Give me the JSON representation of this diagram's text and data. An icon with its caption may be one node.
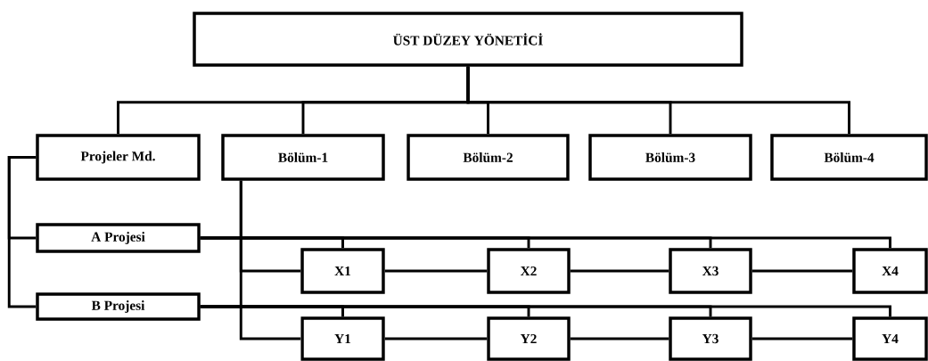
{
  "diagram": {
    "nodes": [
      {
        "text": [
          "ÜST DÜZEY YÖNETİCİ"
        ]
      },
      {
        "text": [
          "Projeler Md."
        ]
      },
      {
        "text": [
          "Bölüm-1"
        ]
      },
      {
        "text": [
          "Bölüm-2"
        ]
      },
      {
        "text": [
          "Bölüm-3"
        ]
      },
      {
        "text": [
          "Bölüm-4"
        ]
      },
      {
        "text": [
          "A Projesi"
        ]
      },
      {
        "text": [
          "B Projesi"
        ]
      },
      {
        "text": [
          "X1"
        ]
      },
      {
        "text": [
          "X2"
        ]
      },
      {
        "text": [
          "X3"
        ]
      },
      {
        "text": [
          "X4"
        ]
      },
      {
        "text": [
          "Y1"
        ]
      },
      {
        "text": [
          "Y2"
        ]
      },
      {
        "text": [
          "Y3"
        ]
      },
      {
        "text": [
          "Y4"
        ]
      }
    ],
    "edges": [
      {
        "from": 0,
        "to": 1,
        "arrow": "none"
      },
      {
        "from": 0,
        "to": 2,
        "arrow": "none"
      },
      {
        "from": 0,
        "to": 3,
        "arrow": "none"
      },
      {
        "from": 0,
        "to": 4,
        "arrow": "none"
      },
      {
        "from": 0,
        "to": 5,
        "arrow": "none"
      },
      {
        "from": 1,
        "to": 6,
        "arrow": "none"
      },
      {
        "from": 1,
        "to": 7,
        "arrow": "none"
      },
      {
        "from": 2,
        "to": 8,
        "arrow": "none"
      },
      {
        "from": 2,
        "to": 12,
        "arrow": "none"
      },
      {
        "from": 6,
        "to": 8,
        "arrow": "none"
      },
      {
        "from": 6,
        "to": 9,
        "arrow": "none"
      },
      {
        "from": 6,
        "to": 10,
        "arrow": "none"
      },
      {
        "from": 6,
        "to": 11,
        "arrow": "none"
      },
      {
        "from": 7,
        "to": 12,
        "arrow": "none"
      },
      {
        "from": 7,
        "to": 13,
        "arrow": "none"
      },
      {
        "from": 7,
        "to": 14,
        "arrow": "none"
      },
      {
        "from": 7,
        "to": 15,
        "arrow": "none"
      },
      {
        "from": 8,
        "to": 9,
        "arrow": "none"
      },
      {
        "from": 9,
        "to": 10,
        "arrow": "none"
      },
      {
        "from": 10,
        "to": 11,
        "arrow": "none"
      },
      {
        "from": 12,
        "to": 13,
        "arrow": "none"
      },
      {
        "from": 13,
        "to": 14,
        "arrow": "none"
      },
      {
        "from": 14,
        "to": 15,
        "arrow": "none"
      }
    ]
  }
}
